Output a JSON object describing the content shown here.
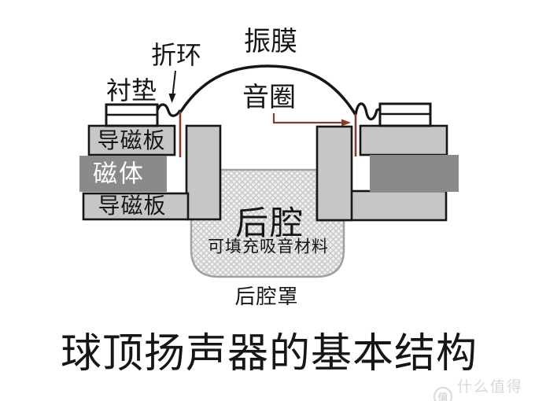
{
  "diagram": {
    "title": "球顶扬声器的基本结构",
    "labels": {
      "surround": "折环",
      "diaphragm": "振膜",
      "gasket": "衬垫",
      "voice_coil": "音圈",
      "top_plate_left": "导磁板",
      "magnet_left": "磁体",
      "bottom_plate_left": "导磁板",
      "rear_chamber": "后腔",
      "rear_chamber_note": "可填充吸音材料",
      "rear_cover": "后腔罩"
    },
    "colors": {
      "plate_gray": "#c6c6c6",
      "magnet_gray": "#8a8a8a",
      "outline_black": "#161616",
      "coil_brown": "#8a3b28",
      "chamber_border": "#a0a0a0",
      "crosshatch_line": "#c8c8c8",
      "crosshatch_bg": "#f0f0f0",
      "watermark_gray": "#d9d9d9"
    }
  },
  "watermark": {
    "badge": "值",
    "text": "什么值得买"
  }
}
